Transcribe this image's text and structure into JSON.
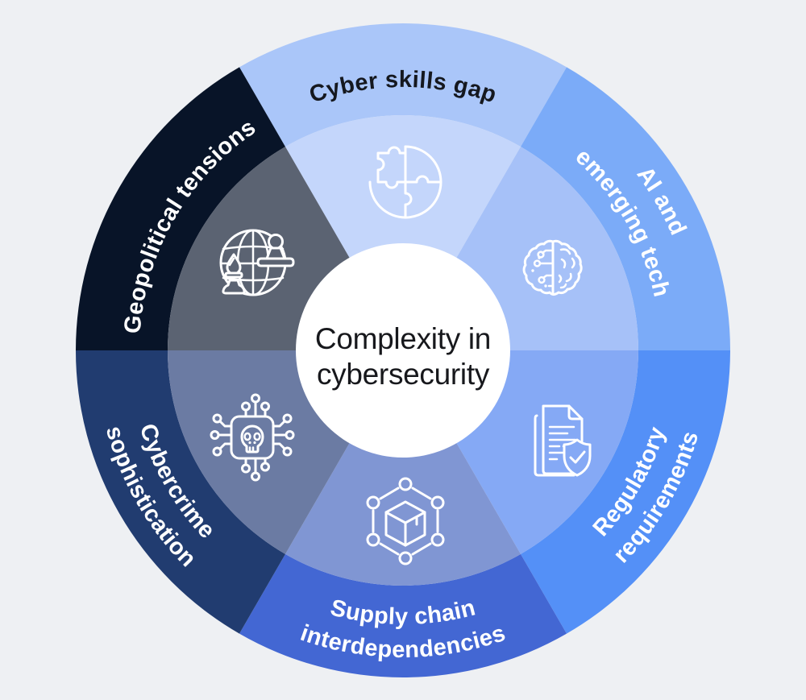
{
  "title": "Complexity in cybersecurity",
  "background_color": "#eef0f3",
  "center": {
    "label_lines": [
      "Complexity in",
      "cybersecurity"
    ],
    "circle_color": "#ffffff",
    "text_color": "#17181c"
  },
  "segments": [
    {
      "id": "cyber-skills-gap",
      "label": "Cyber skills gap",
      "label_lines": [
        "Cyber skills gap"
      ],
      "ring_color": "#aac6f9",
      "inner_color": "#c4d6fb",
      "label_color": "#15181f",
      "icon": "puzzle-icon"
    },
    {
      "id": "ai-and-emerging-tech",
      "label": "AI and emerging tech",
      "label_lines": [
        "AI and",
        "emerging tech"
      ],
      "ring_color": "#7babf8",
      "inner_color": "#a6c1f8",
      "label_color": "#ffffff",
      "icon": "brain-icon"
    },
    {
      "id": "regulatory-requirements",
      "label": "Regulatory requirements",
      "label_lines": [
        "Regulatory",
        "requirements"
      ],
      "ring_color": "#5490f7",
      "inner_color": "#85a9f5",
      "label_color": "#ffffff",
      "icon": "document-shield-icon"
    },
    {
      "id": "supply-chain-interdependencies",
      "label": "Supply chain interdependencies",
      "label_lines": [
        "Supply chain",
        "interdependencies"
      ],
      "ring_color": "#4367d3",
      "inner_color": "#8096d3",
      "label_color": "#ffffff",
      "icon": "package-network-icon"
    },
    {
      "id": "cybercrime-sophistication",
      "label": "Cybercrime sophistication",
      "label_lines": [
        "Cybercrime",
        "sophistication"
      ],
      "ring_color": "#213c70",
      "inner_color": "#6b7ba3",
      "label_color": "#ffffff",
      "icon": "chip-skull-icon"
    },
    {
      "id": "geopolitical-tensions",
      "label": "Geopolitical tensions",
      "label_lines": [
        "Geopolitical tensions"
      ],
      "ring_color": "#081428",
      "inner_color": "#5b6372",
      "label_color": "#ffffff",
      "icon": "globe-chess-icon"
    }
  ]
}
